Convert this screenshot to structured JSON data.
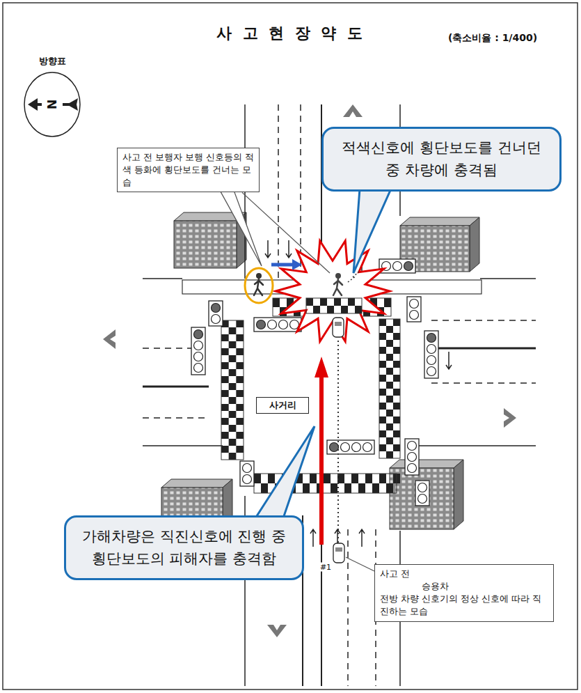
{
  "diagram": {
    "title": "사 고 현 장 약 도",
    "nodes": [
      {
        "text": [
          "사고 전 보행자 보행 신호등의 적색 등화에 횡단보도를 건너는 모습"
        ]
      },
      {
        "text": [
          "적색신호에 횡단보도를 건너던 중 차량에 충격됨"
        ]
      },
      {
        "text": [
          "사거리"
        ]
      },
      {
        "text": [
          "가해차량은 직진신호에 진행 중 횡단보도의 피해자를 충격함"
        ]
      },
      {
        "text": [
          "사고 전",
          "승용차",
          "전방 차량 신호기의 정상 신호에 따라 직진하는 모습"
        ]
      }
    ],
    "labels": [
      "(축소비율 : 1/400)",
      "방향표",
      "N",
      "#1"
    ]
  }
}
